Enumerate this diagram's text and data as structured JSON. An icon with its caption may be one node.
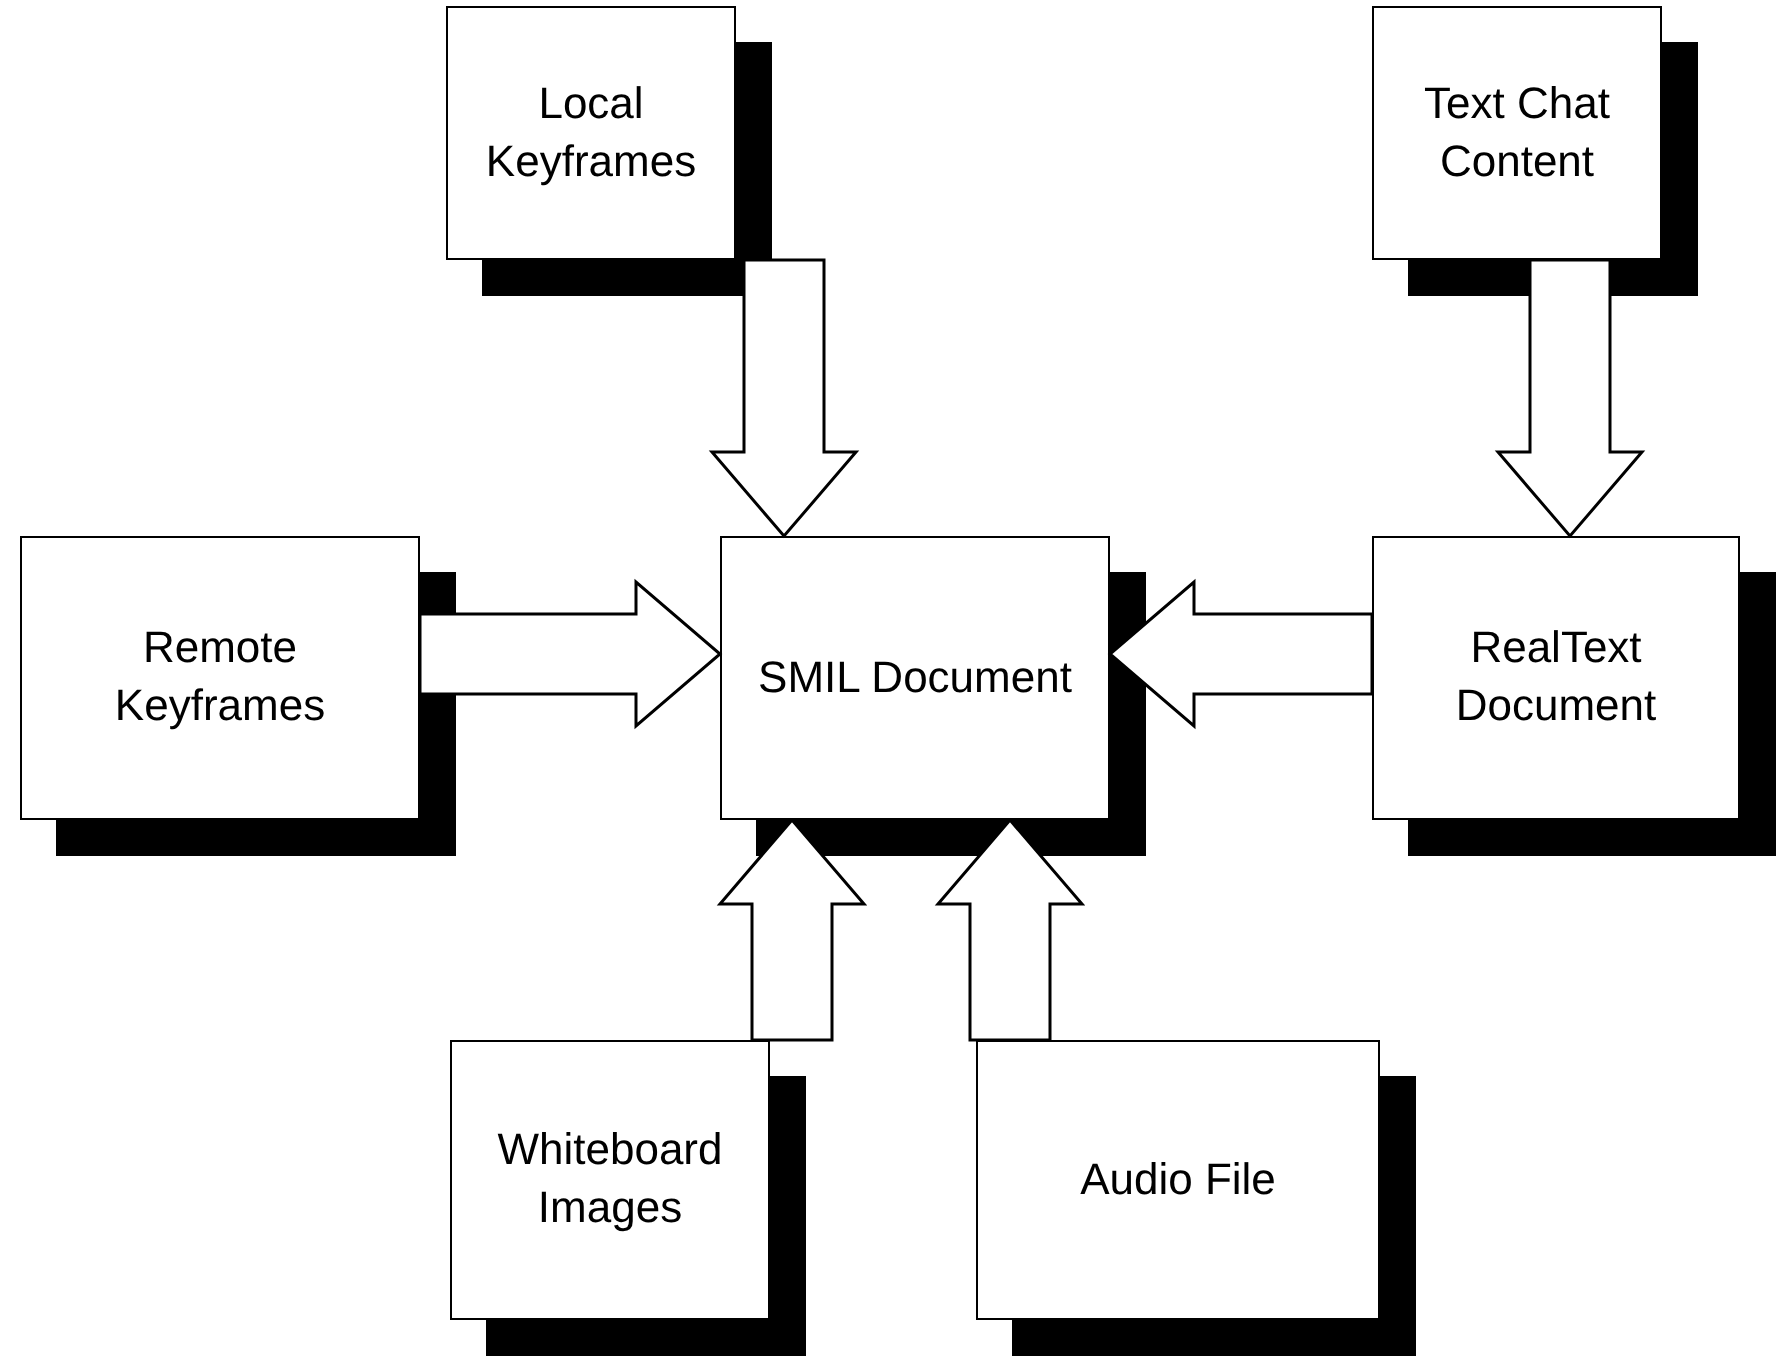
{
  "diagram": {
    "nodes": [
      {
        "text": [
          "Local Keyframes"
        ]
      },
      {
        "text": [
          "Text Chat Content"
        ]
      },
      {
        "text": [
          "Remote Keyframes"
        ]
      },
      {
        "text": [
          "SMIL Document"
        ]
      },
      {
        "text": [
          "RealText Document"
        ]
      },
      {
        "text": [
          "Whiteboard Images"
        ]
      },
      {
        "text": [
          "Audio File"
        ]
      }
    ],
    "edges": [
      {
        "from": 0,
        "to": 3,
        "arrow": "to"
      },
      {
        "from": 1,
        "to": 4,
        "arrow": "to"
      },
      {
        "from": 2,
        "to": 3,
        "arrow": "to"
      },
      {
        "from": 4,
        "to": 3,
        "arrow": "to"
      },
      {
        "from": 5,
        "to": 3,
        "arrow": "to"
      },
      {
        "from": 6,
        "to": 3,
        "arrow": "to"
      }
    ]
  }
}
